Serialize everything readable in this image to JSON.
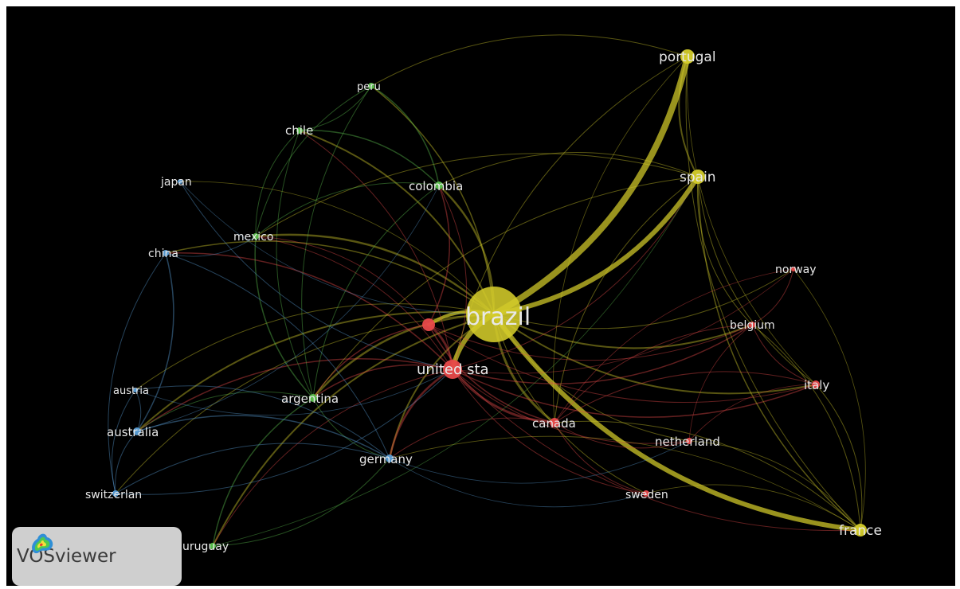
{
  "colors": {
    "red": "#e8494a",
    "green": "#5cc24e",
    "blue": "#5a9fd8",
    "yellow": "#d4cc2a",
    "background": "#000000",
    "label": "#e8e8e8"
  },
  "nodes": [
    {
      "id": "brazil",
      "label": "brazil",
      "cluster": "yellow",
      "weight": 10
    },
    {
      "id": "portugal",
      "label": "portugal",
      "cluster": "yellow",
      "weight": 3
    },
    {
      "id": "spain",
      "label": "spain",
      "cluster": "yellow",
      "weight": 3
    },
    {
      "id": "france",
      "label": "france",
      "cluster": "yellow",
      "weight": 2.5
    },
    {
      "id": "united_states",
      "label": "united sta",
      "cluster": "red",
      "weight": 4
    },
    {
      "id": "canada",
      "label": "canada",
      "cluster": "red",
      "weight": 2
    },
    {
      "id": "belgium",
      "label": "belgium",
      "cluster": "red",
      "weight": 1.5
    },
    {
      "id": "italy",
      "label": "italy",
      "cluster": "red",
      "weight": 1.5
    },
    {
      "id": "norway",
      "label": "norway",
      "cluster": "red",
      "weight": 1
    },
    {
      "id": "netherlands",
      "label": "netherland",
      "cluster": "red",
      "weight": 1.5
    },
    {
      "id": "sweden",
      "label": "sweden",
      "cluster": "red",
      "weight": 1.5
    },
    {
      "id": "unlabeled_red",
      "label": "",
      "cluster": "red",
      "weight": 2.5
    },
    {
      "id": "peru",
      "label": "peru",
      "cluster": "green",
      "weight": 1.5
    },
    {
      "id": "chile",
      "label": "chile",
      "cluster": "green",
      "weight": 1.5
    },
    {
      "id": "colombia",
      "label": "colombia",
      "cluster": "green",
      "weight": 2
    },
    {
      "id": "mexico",
      "label": "mexico",
      "cluster": "green",
      "weight": 1.5
    },
    {
      "id": "argentina",
      "label": "argentina",
      "cluster": "green",
      "weight": 2
    },
    {
      "id": "uruguay",
      "label": "uruguay",
      "cluster": "green",
      "weight": 1.5
    },
    {
      "id": "japan",
      "label": "japan",
      "cluster": "blue",
      "weight": 1
    },
    {
      "id": "china",
      "label": "china",
      "cluster": "blue",
      "weight": 1.5
    },
    {
      "id": "austria",
      "label": "austria",
      "cluster": "blue",
      "weight": 1
    },
    {
      "id": "australia",
      "label": "australia",
      "cluster": "blue",
      "weight": 2
    },
    {
      "id": "switzerland",
      "label": "switzerlan",
      "cluster": "blue",
      "weight": 1.5
    },
    {
      "id": "germany",
      "label": "germany",
      "cluster": "blue",
      "weight": 2
    }
  ],
  "links": [
    [
      "brazil",
      "portugal",
      8
    ],
    [
      "brazil",
      "spain",
      6
    ],
    [
      "brazil",
      "france",
      6
    ],
    [
      "brazil",
      "united_states",
      6
    ],
    [
      "brazil",
      "unlabeled_red",
      4
    ],
    [
      "brazil",
      "canada",
      3
    ],
    [
      "brazil",
      "colombia",
      2.5
    ],
    [
      "brazil",
      "argentina",
      2.5
    ],
    [
      "brazil",
      "mexico",
      2.5
    ],
    [
      "brazil",
      "chile",
      2
    ],
    [
      "brazil",
      "germany",
      2
    ],
    [
      "brazil",
      "belgium",
      2
    ],
    [
      "brazil",
      "italy",
      2
    ],
    [
      "brazil",
      "australia",
      2
    ],
    [
      "brazil",
      "uruguay",
      2
    ],
    [
      "brazil",
      "peru",
      1.5
    ],
    [
      "brazil",
      "china",
      1.5
    ],
    [
      "brazil",
      "netherlands",
      1
    ],
    [
      "brazil",
      "sweden",
      1
    ],
    [
      "brazil",
      "norway",
      1
    ],
    [
      "brazil",
      "switzerland",
      1
    ],
    [
      "brazil",
      "austria",
      1
    ],
    [
      "brazil",
      "japan",
      0.8
    ],
    [
      "united_states",
      "canada",
      3
    ],
    [
      "united_states",
      "unlabeled_red",
      3
    ],
    [
      "united_states",
      "germany",
      2.5
    ],
    [
      "united_states",
      "belgium",
      1.5
    ],
    [
      "united_states",
      "italy",
      1.5
    ],
    [
      "united_states",
      "netherlands",
      1
    ],
    [
      "united_states",
      "sweden",
      1
    ],
    [
      "united_states",
      "argentina",
      1.5
    ],
    [
      "united_states",
      "australia",
      1.5
    ],
    [
      "united_states",
      "mexico",
      1
    ],
    [
      "united_states",
      "colombia",
      1
    ],
    [
      "united_states",
      "chile",
      1
    ],
    [
      "united_states",
      "china",
      1.5
    ],
    [
      "united_states",
      "uruguay",
      1
    ],
    [
      "united_states",
      "france",
      1
    ],
    [
      "united_states",
      "norway",
      0.8
    ],
    [
      "united_states",
      "spain",
      1
    ],
    [
      "unlabeled_red",
      "colombia",
      1.5
    ],
    [
      "unlabeled_red",
      "canada",
      1.5
    ],
    [
      "unlabeled_red",
      "argentina",
      1.5
    ],
    [
      "unlabeled_red",
      "mexico",
      1
    ],
    [
      "unlabeled_red",
      "italy",
      1
    ],
    [
      "unlabeled_red",
      "belgium",
      1
    ],
    [
      "portugal",
      "spain",
      2
    ],
    [
      "portugal",
      "france",
      1
    ],
    [
      "portugal",
      "peru",
      1
    ],
    [
      "portugal",
      "canada",
      0.8
    ],
    [
      "portugal",
      "united_states",
      1
    ],
    [
      "portugal",
      "italy",
      0.8
    ],
    [
      "spain",
      "france",
      1.5
    ],
    [
      "spain",
      "belgium",
      1
    ],
    [
      "spain",
      "italy",
      1
    ],
    [
      "spain",
      "canada",
      1
    ],
    [
      "spain",
      "mexico",
      1
    ],
    [
      "spain",
      "colombia",
      1
    ],
    [
      "spain",
      "argentina",
      1
    ],
    [
      "france",
      "italy",
      1
    ],
    [
      "france",
      "belgium",
      1
    ],
    [
      "france",
      "canada",
      1
    ],
    [
      "france",
      "sweden",
      0.8
    ],
    [
      "france",
      "germany",
      0.8
    ],
    [
      "france",
      "norway",
      0.8
    ],
    [
      "france",
      "netherlands",
      0.8
    ],
    [
      "belgium",
      "italy",
      1
    ],
    [
      "belgium",
      "norway",
      1
    ],
    [
      "belgium",
      "canada",
      1
    ],
    [
      "belgium",
      "netherlands",
      0.8
    ],
    [
      "italy",
      "canada",
      1
    ],
    [
      "italy",
      "netherlands",
      0.8
    ],
    [
      "norway",
      "canada",
      0.8
    ],
    [
      "canada",
      "netherlands",
      1
    ],
    [
      "canada",
      "sweden",
      1
    ],
    [
      "canada",
      "germany",
      1
    ],
    [
      "colombia",
      "peru",
      1.5
    ],
    [
      "colombia",
      "chile",
      1.5
    ],
    [
      "colombia",
      "mexico",
      1
    ],
    [
      "colombia",
      "argentina",
      1
    ],
    [
      "chile",
      "peru",
      1
    ],
    [
      "chile",
      "argentina",
      1
    ],
    [
      "chile",
      "mexico",
      1
    ],
    [
      "peru",
      "mexico",
      1
    ],
    [
      "peru",
      "argentina",
      1
    ],
    [
      "mexico",
      "argentina",
      1.5
    ],
    [
      "argentina",
      "uruguay",
      1.5
    ],
    [
      "argentina",
      "germany",
      1
    ],
    [
      "argentina",
      "australia",
      1
    ],
    [
      "uruguay",
      "germany",
      1
    ],
    [
      "uruguay",
      "spain",
      0.8
    ],
    [
      "germany",
      "australia",
      1.5
    ],
    [
      "germany",
      "switzerland",
      1
    ],
    [
      "germany",
      "austria",
      1
    ],
    [
      "germany",
      "china",
      1
    ],
    [
      "germany",
      "sweden",
      0.8
    ],
    [
      "germany",
      "netherlands",
      0.8
    ],
    [
      "australia",
      "china",
      1.5
    ],
    [
      "australia",
      "switzerland",
      1
    ],
    [
      "australia",
      "austria",
      1
    ],
    [
      "austria",
      "switzerland",
      1
    ],
    [
      "china",
      "switzerland",
      1
    ],
    [
      "japan",
      "united_states",
      1
    ],
    [
      "japan",
      "brazil",
      0.8
    ],
    [
      "china",
      "mexico",
      0.8
    ],
    [
      "switzerland",
      "united_states",
      1
    ],
    [
      "austria",
      "united_states",
      0.8
    ],
    [
      "australia",
      "colombia",
      0.8
    ]
  ],
  "branding": {
    "name": "VOSviewer"
  }
}
